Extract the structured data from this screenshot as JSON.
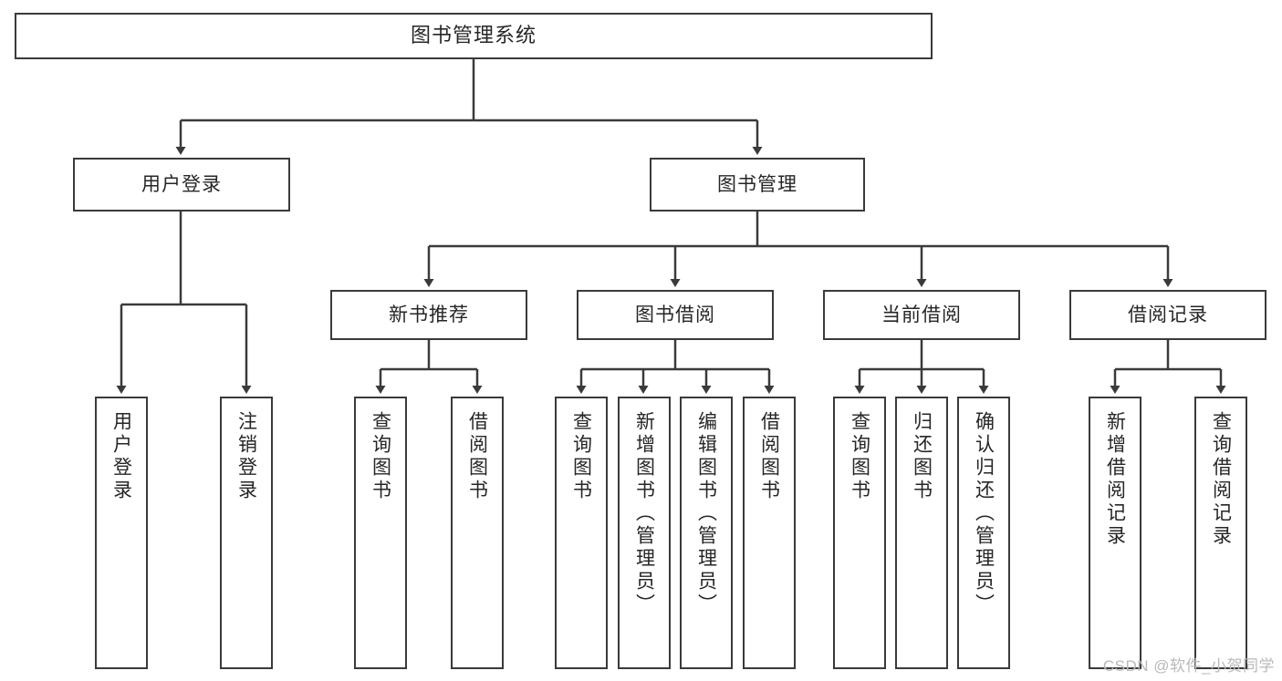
{
  "diagram": {
    "title": "图书管理系统",
    "type": "tree-hierarchy-diagram",
    "root": {
      "label": "图书管理系统"
    },
    "level2": [
      {
        "label": "用户登录"
      },
      {
        "label": "图书管理"
      }
    ],
    "level3": [
      {
        "label": "新书推荐"
      },
      {
        "label": "图书借阅"
      },
      {
        "label": "当前借阅"
      },
      {
        "label": "借阅记录"
      }
    ],
    "leaves": {
      "user_login": [
        {
          "label": "用户登录"
        },
        {
          "label": "注销登录"
        }
      ],
      "new_book_recommend": [
        {
          "label": "查询图书"
        },
        {
          "label": "借阅图书"
        }
      ],
      "book_borrow": [
        {
          "label": "查询图书"
        },
        {
          "label": "新增图书（管理员）"
        },
        {
          "label": "编辑图书（管理员）"
        },
        {
          "label": "借阅图书"
        }
      ],
      "current_borrow": [
        {
          "label": "查询图书"
        },
        {
          "label": "归还图书"
        },
        {
          "label": "确认归还（管理员）"
        }
      ],
      "borrow_records": [
        {
          "label": "新增借阅记录"
        },
        {
          "label": "查询借阅记录"
        }
      ]
    }
  },
  "watermark": {
    "text": "CSDN @软件_小贺同学"
  },
  "colors": {
    "box_border": "#3a3a3a",
    "wire": "#3a3a3a",
    "text": "#262626",
    "background": "#ffffff",
    "watermark": "#b9b9b9"
  }
}
